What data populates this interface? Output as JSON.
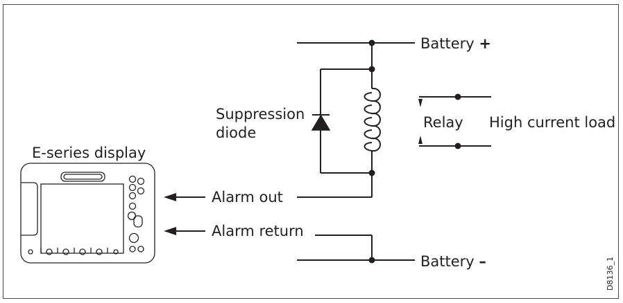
{
  "labels": {
    "battery_plus": "Battery",
    "plus_sign": "+",
    "battery_minus": "Battery",
    "minus_sign": "–",
    "suppression_line1": "Suppression",
    "suppression_line2": "diode",
    "relay": "Relay",
    "high_current_load": "High current load",
    "display": "E-series display",
    "alarm_out": "Alarm out",
    "alarm_return": "Alarm return",
    "ref_code": "D8136_1"
  }
}
